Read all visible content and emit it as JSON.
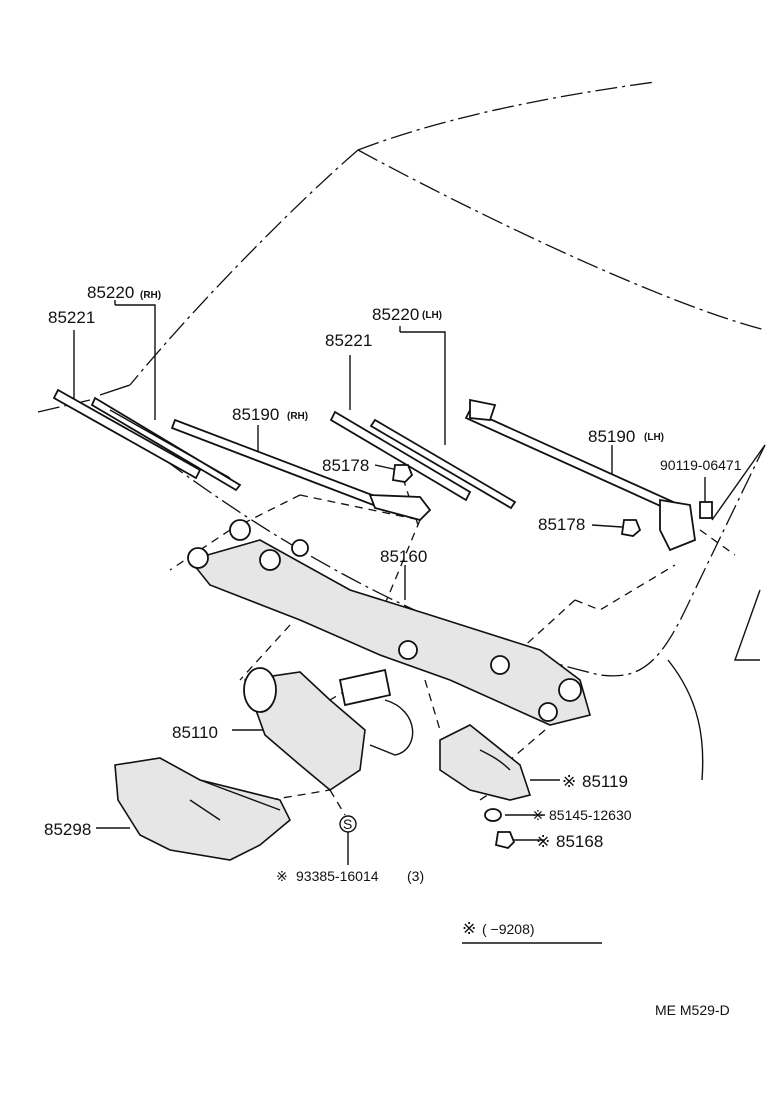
{
  "labels": {
    "p85220_rh": "85220",
    "rh_a": "(RH)",
    "p85221_r": "85221",
    "p85220_lh": "85220",
    "lh_a": "(LH)",
    "p85221_l": "85221",
    "p85190_rh": "85190",
    "rh_b": "(RH)",
    "p85190_lh": "85190",
    "lh_b": "(LH)",
    "p85178_r": "85178",
    "p85178_l": "85178",
    "p90119": "90119-06471",
    "p85160": "85160",
    "p85110": "85110",
    "p85298": "85298",
    "p85119": "85119",
    "p85145": "85145-12630",
    "p85168": "85168",
    "p93385": "93385-16014",
    "qty": "(3)",
    "s_mark": "S",
    "note": "(      −9208)",
    "ref": "ME M529-D",
    "asterisk": "※"
  }
}
